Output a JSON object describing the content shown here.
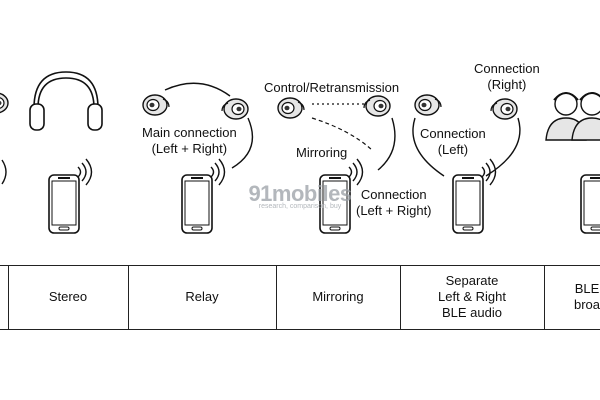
{
  "labels": {
    "main_connection": "Main connection\n(Left + Right)",
    "control_retransmission": "Control/Retransmission",
    "mirroring": "Mirroring",
    "connection_left_right": "Connection\n(Left + Right)",
    "connection_right": "Connection\n(Right)",
    "connection_left": "Connection\n(Left)"
  },
  "table": {
    "columns": [
      {
        "id": "stereo",
        "label": "Stereo"
      },
      {
        "id": "relay",
        "label": "Relay"
      },
      {
        "id": "mirroring",
        "label": "Mirroring"
      },
      {
        "id": "separate",
        "label": "Separate\nLeft & Right\nBLE audio"
      },
      {
        "id": "broadcast",
        "label": "BLE\nbroa"
      }
    ]
  },
  "watermark": {
    "main": "91mobiles",
    "sub": "research, comparison, buy"
  },
  "colors": {
    "ink": "#111111",
    "device_fill": "#ffffff",
    "earbud_fill": "#e6e6e6",
    "watermark": "#9aa0a6"
  },
  "icons": [
    "earbud-icon",
    "headphones-icon",
    "smartphone-icon",
    "wireless-signal-icon",
    "person-icon"
  ]
}
